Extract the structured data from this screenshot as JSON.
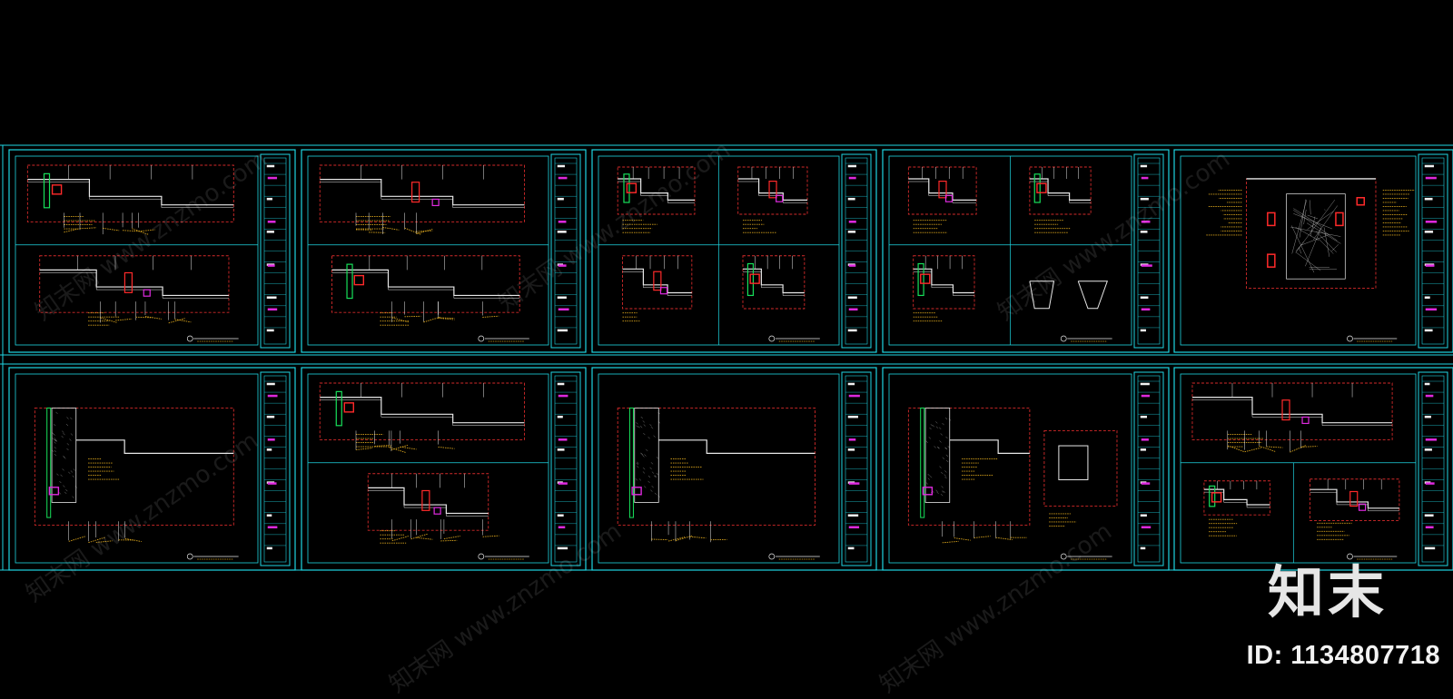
{
  "viewport": {
    "background": "#000000",
    "frame_color": "#1fd6e3",
    "detail_color": "#e8e8e8",
    "dim_color": "#d6a21c",
    "hatch_color": "#d42a2a",
    "accent_colors": [
      "#ff2a2a",
      "#17e05a",
      "#e02ae0",
      "#f2f2f2"
    ]
  },
  "watermark": {
    "text": "知末网 www.znzmo.com"
  },
  "brand": {
    "logo_text": "知末",
    "id_text": "ID: 1134807718"
  },
  "sheets": [
    {
      "row": 1,
      "col": 1,
      "variant": "two-band-horizontal"
    },
    {
      "row": 1,
      "col": 2,
      "variant": "one-band-wide"
    },
    {
      "row": 1,
      "col": 3,
      "variant": "quad"
    },
    {
      "row": 1,
      "col": 4,
      "variant": "quad-small"
    },
    {
      "row": 1,
      "col": 5,
      "variant": "single-elevation"
    },
    {
      "row": 2,
      "col": 1,
      "variant": "single-section"
    },
    {
      "row": 2,
      "col": 2,
      "variant": "two-band-stacked"
    },
    {
      "row": 2,
      "col": 3,
      "variant": "single-section"
    },
    {
      "row": 2,
      "col": 4,
      "variant": "section-plus-detail"
    },
    {
      "row": 2,
      "col": 5,
      "variant": "band-plus-two"
    }
  ]
}
